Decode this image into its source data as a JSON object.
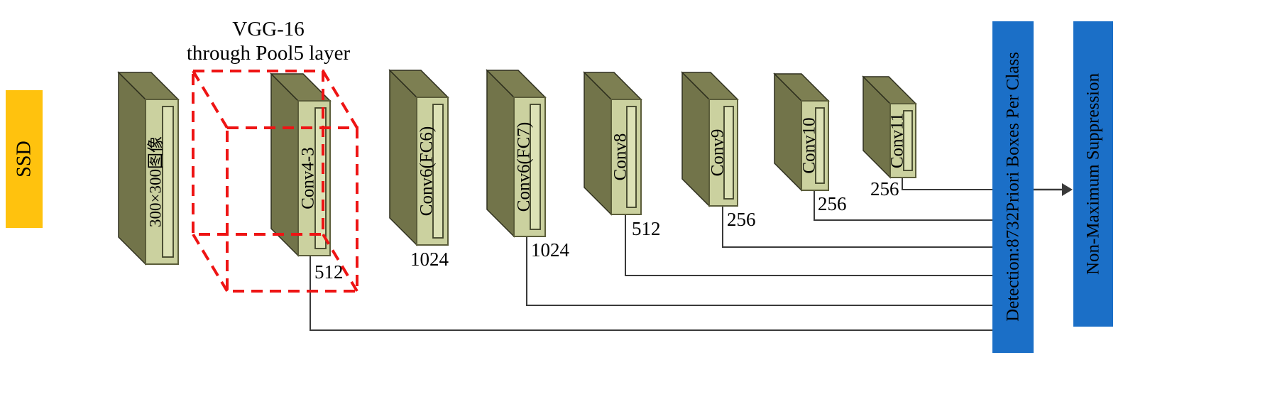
{
  "figure": {
    "name": "SSD network architecture diagram",
    "ssd_tag": "SSD",
    "vgg_note": {
      "line1": "VGG-16",
      "line2": "through Pool5 layer"
    },
    "detection_label": "Detection:8732Priori  Boxes Per Class",
    "nms_label": "Non-Maximum Suppression"
  },
  "layers": [
    {
      "label": "300×300图像",
      "size": ""
    },
    {
      "label": "Conv4-3",
      "size": "512"
    },
    {
      "label": "Conv6(FC6)",
      "size": "1024"
    },
    {
      "label": "Conv6(FC7)",
      "size": "1024"
    },
    {
      "label": "Conv8",
      "size": "512"
    },
    {
      "label": "Conv9",
      "size": "256"
    },
    {
      "label": "Conv10",
      "size": "256"
    },
    {
      "label": "Conv11",
      "size": "256"
    }
  ],
  "colors": {
    "ssd_box": "#ffc20e",
    "slab_side": "#72744a",
    "slab_top": "#7d7f52",
    "slab_front": "#cbd19f",
    "slab_stripe": "#dde2b6",
    "detection_box": "#1b6fc7",
    "nms_box": "#1b6fc7",
    "dashed_outline": "#ee1414"
  }
}
